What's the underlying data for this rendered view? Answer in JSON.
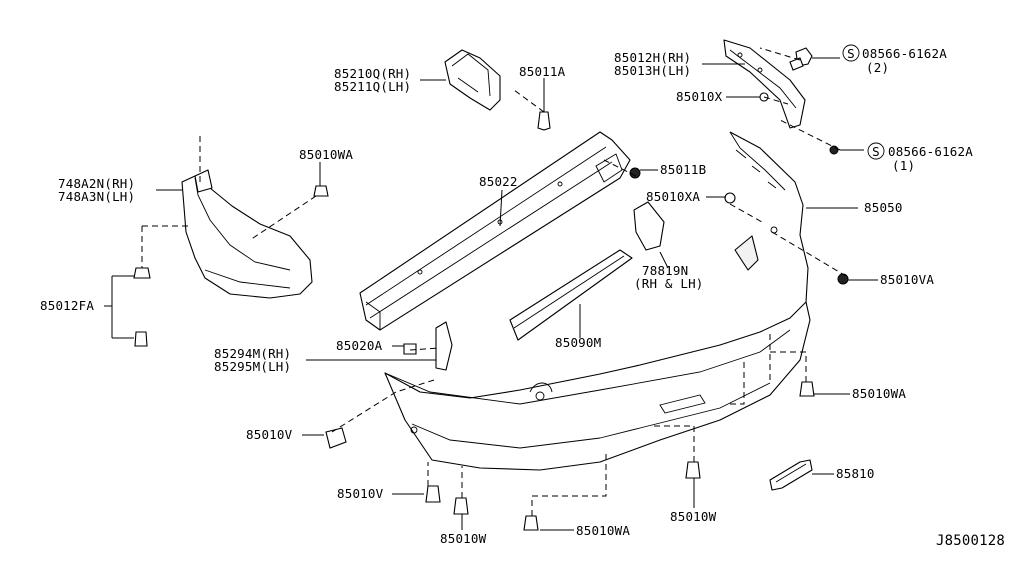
{
  "diagram": {
    "reference_code": "J8500128",
    "labels": {
      "p85012H": "85012H(RH)",
      "p85013H": "85013H(LH)",
      "p08566_2": "08566-6162A",
      "qty_2": "(2)",
      "p08566_1": "08566-6162A",
      "qty_1": "(1)",
      "s_symbol": "S",
      "p85010X": "85010X",
      "p85210Q": "85210Q(RH)",
      "p85211Q": "85211Q(LH)",
      "p85011A": "85011A",
      "p85010WA_top": "85010WA",
      "p748A2N": "748A2N(RH)",
      "p748A3N": "748A3N(LH)",
      "p85022": "85022",
      "p85011B": "85011B",
      "p85010XA": "85010XA",
      "p85050": "85050",
      "p78819N": "78819N",
      "p78819N_side": "(RH & LH)",
      "p85010VA": "85010VA",
      "p85012FA": "85012FA",
      "p85020A": "85020A",
      "p85294M": "85294M(RH)",
      "p85295M": "85295M(LH)",
      "p85090M": "85090M",
      "p85010WA_right": "85010WA",
      "p85010V_left": "85010V",
      "p85810": "85810",
      "p85010V_bottom": "85010V",
      "p85010W_bottom": "85010W",
      "p85010WA_bottom": "85010WA",
      "p85010W_right": "85010W"
    }
  }
}
